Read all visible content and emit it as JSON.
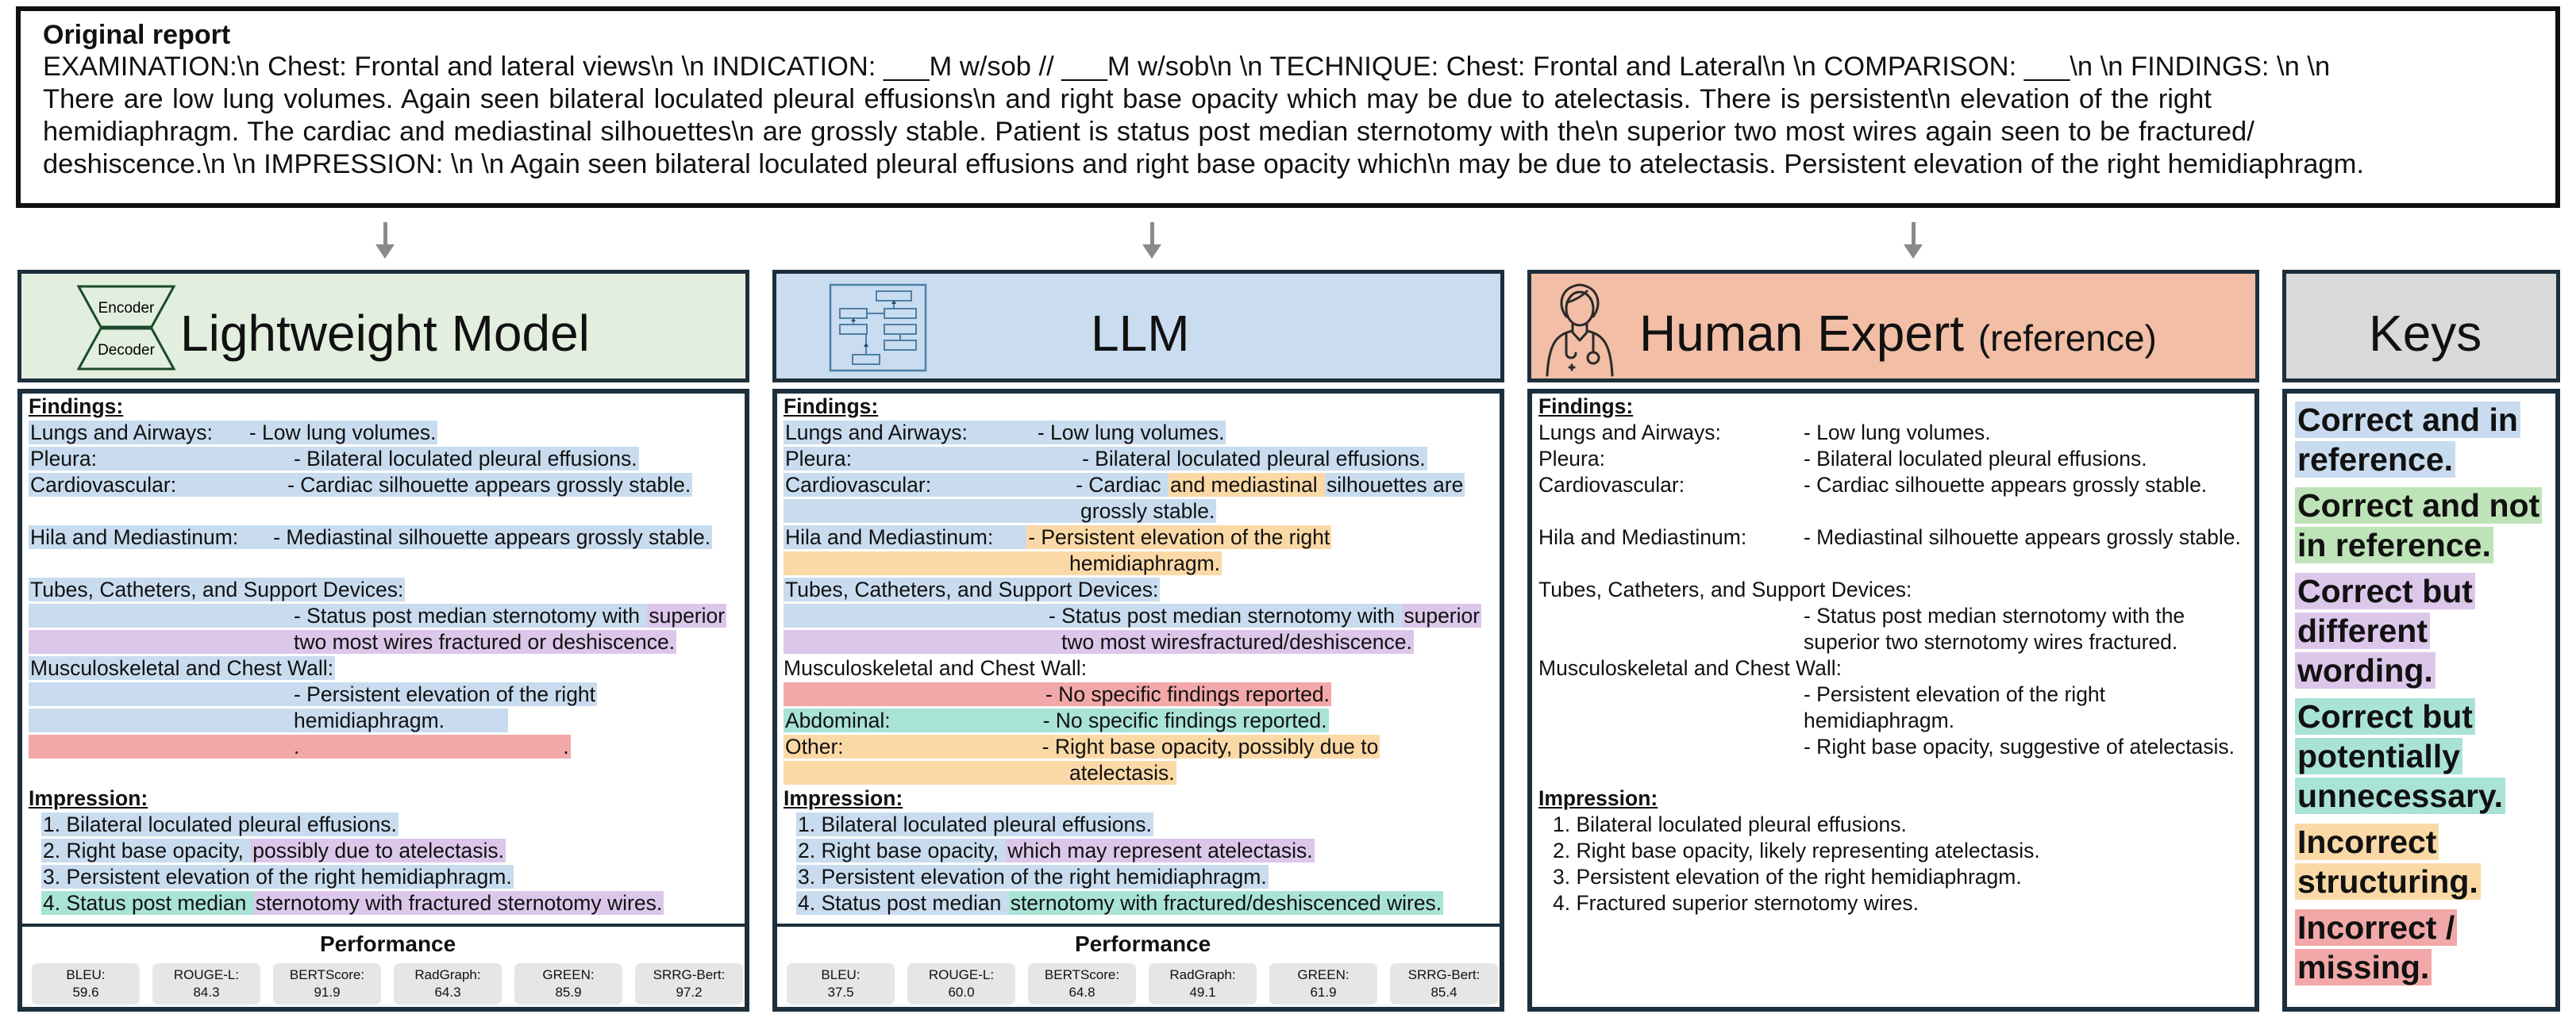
{
  "original_report": {
    "title": "Original report",
    "lines": [
      "EXAMINATION:\\n Chest: Frontal and lateral views\\n \\n INDICATION: ___M w/sob // ___M w/sob\\n \\n TECHNIQUE: Chest: Frontal and Lateral\\n \\n COMPARISON: ___\\n \\n FINDINGS: \\n \\n",
      "There are low lung volumes. Again seen bilateral loculated pleural effusions\\n and right base opacity which may be due to atelectasis. There is persistent\\n elevation of the right",
      "hemidiaphragm. The cardiac and mediastinal silhouettes\\n are grossly stable. Patient is status post median sternotomy with the\\n superior two most wires again seen to be fractured/",
      "deshiscence.\\n \\n IMPRESSION: \\n \\n Again seen bilateral loculated pleural effusions and right base opacity which\\n may be due to atelectasis. Persistent elevation of the right hemidiaphragm."
    ]
  },
  "headers": {
    "lightweight": {
      "title": "Lightweight Model",
      "encoder": "Encoder",
      "decoder": "Decoder",
      "color": "#e2efdf"
    },
    "llm": {
      "title": "LLM",
      "color": "#c9dcf0"
    },
    "human": {
      "title": "Human Expert",
      "sub": "(reference)",
      "color": "#f2bea6"
    },
    "keys": {
      "title": "Keys",
      "color": "#d9d9d9"
    }
  },
  "lightweight": {
    "findings": "Findings:",
    "lung_label": "Lungs and Airways:",
    "lung_val": "- Low lung volumes.",
    "pleura_label": "Pleura:",
    "pleura_val": "- Bilateral loculated pleural effusions.",
    "cardio_label": "Cardiovascular:",
    "cardio_val": "- Cardiac silhouette appears grossly stable.",
    "hila_label": "Hila and Mediastinum:",
    "hila_val": "- Mediastinal silhouette appears grossly stable.",
    "tubes_label": "Tubes, Catheters, and Support Devices:",
    "tubes_val1a": "- Status post median sternotomy with ",
    "tubes_val1b": "superior",
    "tubes_val2": "two most wires fractured or deshiscence.",
    "msk_label": "Musculoskeletal and Chest Wall:",
    "msk_val1": "- Persistent elevation of the right",
    "msk_val2": "hemidiaphragm.",
    "missing1": ".",
    "missing2": ".",
    "impression": "Impression:",
    "imp1": "1. Bilateral loculated pleural effusions.",
    "imp2a": "2. Right base opacity, ",
    "imp2b": "possibly due to atelectasis.",
    "imp3": "3. Persistent elevation of the right hemidiaphragm.",
    "imp4a": "4. Status post median ",
    "imp4b": "sternotomy with fractured sternotomy wires.",
    "perf_title": "Performance",
    "metrics": [
      {
        "name": "BLEU:",
        "value": "59.6"
      },
      {
        "name": "ROUGE-L:",
        "value": "84.3"
      },
      {
        "name": "BERTScore:",
        "value": "91.9"
      },
      {
        "name": "RadGraph:",
        "value": "64.3"
      },
      {
        "name": "GREEN:",
        "value": "85.9"
      },
      {
        "name": "SRRG-Bert:",
        "value": "97.2"
      }
    ]
  },
  "llm": {
    "findings": "Findings:",
    "lung_label": "Lungs and Airways:",
    "lung_val": "- Low lung volumes.",
    "pleura_label": "Pleura:",
    "pleura_val": "- Bilateral loculated pleural effusions.",
    "cardio_label": "Cardiovascular:",
    "cardio_val1a": "- Cardiac ",
    "cardio_val1b": "and mediastinal ",
    "cardio_val1c": "silhouettes are",
    "cardio_val2": "grossly stable.",
    "hila_label": "Hila and Mediastinum:",
    "hila_val1": "- Persistent elevation of the right",
    "hila_val2": "hemidiaphragm.",
    "tubes_label": "Tubes, Catheters, and Support Devices:",
    "tubes_val1a": "- Status post median sternotomy with ",
    "tubes_val1b": "superior",
    "tubes_val2": "two most wiresfractured/deshiscence.",
    "msk_label": "Musculoskeletal and Chest Wall:",
    "msk_val": "- No specific findings reported.",
    "abd_label": "Abdominal:",
    "abd_val": "- No specific findings reported.",
    "other_label": "Other:",
    "other_val1": "- Right base opacity, possibly due to",
    "other_val2": "atelectasis.",
    "impression": "Impression:",
    "imp1": "1. Bilateral loculated pleural effusions.",
    "imp2a": "2. Right base opacity, ",
    "imp2b": "which may represent atelectasis.",
    "imp3": "3. Persistent elevation of the right hemidiaphragm.",
    "imp4a": "4. Status post median ",
    "imp4b": "sternotomy with fractured/deshiscenced wires.",
    "perf_title": "Performance",
    "metrics": [
      {
        "name": "BLEU:",
        "value": "37.5"
      },
      {
        "name": "ROUGE-L:",
        "value": "60.0"
      },
      {
        "name": "BERTScore:",
        "value": "64.8"
      },
      {
        "name": "RadGraph:",
        "value": "49.1"
      },
      {
        "name": "GREEN:",
        "value": "61.9"
      },
      {
        "name": "SRRG-Bert:",
        "value": "85.4"
      }
    ]
  },
  "human": {
    "findings": "Findings:",
    "lung_label": "Lungs and Airways:",
    "lung_val": "- Low lung volumes.",
    "pleura_label": "Pleura:",
    "pleura_val": "- Bilateral loculated pleural effusions.",
    "cardio_label": "Cardiovascular:",
    "cardio_val": "- Cardiac silhouette appears grossly stable.",
    "hila_label": "Hila and Mediastinum:",
    "hila_val": "- Mediastinal silhouette appears grossly stable.",
    "tubes_label": "Tubes, Catheters, and Support Devices:",
    "tubes_val1": "- Status post median sternotomy with the",
    "tubes_val2": "superior two sternotomy wires fractured.",
    "msk_label": "Musculoskeletal and Chest Wall:",
    "msk_val1": "- Persistent elevation of the right",
    "msk_val2": "hemidiaphragm.",
    "msk_val3": "- Right base opacity, suggestive of atelectasis.",
    "impression": "Impression:",
    "imp1": "1. Bilateral loculated pleural effusions.",
    "imp2": "2. Right base opacity, likely representing atelectasis.",
    "imp3": "3. Persistent elevation of the right hemidiaphragm.",
    "imp4": "4. Fractured superior sternotomy wires."
  },
  "keys": [
    {
      "lines": [
        "Correct and in",
        "reference."
      ],
      "color": "#c9dcef"
    },
    {
      "lines": [
        "Correct and not",
        "in reference."
      ],
      "color": "#bfe3b8"
    },
    {
      "lines": [
        "Correct but",
        "different",
        "wording."
      ],
      "color": "#dcc7ea"
    },
    {
      "lines": [
        "Correct but",
        "potentially",
        "unnecessary."
      ],
      "color": "#a9e3d6"
    },
    {
      "lines": [
        "Incorrect",
        "structuring."
      ],
      "color": "#fbd9a6"
    },
    {
      "lines": [
        "Incorrect /",
        "missing."
      ],
      "color": "#f2a8a8"
    }
  ]
}
